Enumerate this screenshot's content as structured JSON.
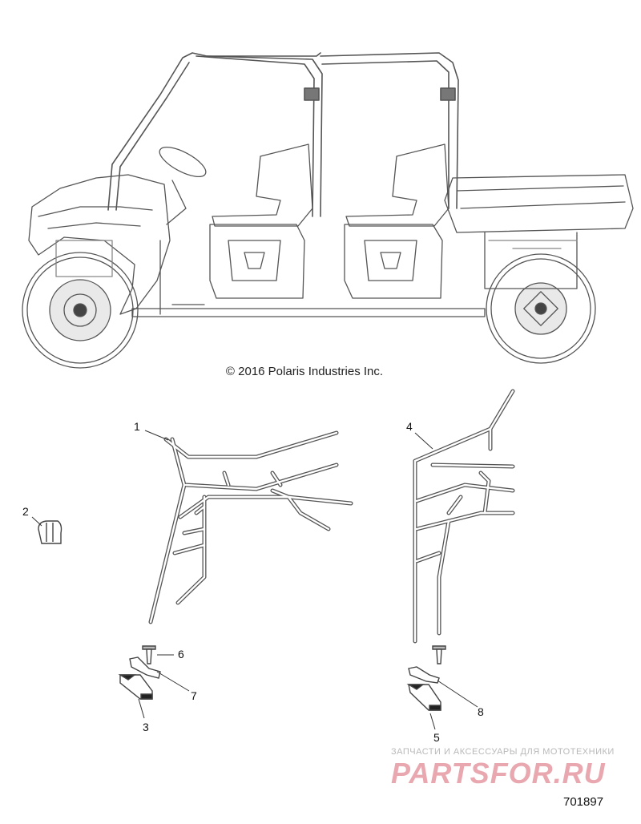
{
  "copyright": "© 2016 Polaris Industries Inc.",
  "callouts": [
    {
      "num": "1"
    },
    {
      "num": "2"
    },
    {
      "num": "3"
    },
    {
      "num": "4"
    },
    {
      "num": "5"
    },
    {
      "num": "6"
    },
    {
      "num": "7"
    },
    {
      "num": "8"
    }
  ],
  "watermark": {
    "subtitle": "ЗАПЧАСТИ И АКСЕССУАРЫ ДЛЯ МОТОТЕХНИКИ",
    "logo": "PARTSFOR.RU"
  },
  "drawing_id": "701897",
  "colors": {
    "line": "#4a4a4a",
    "watermark": "#e9a8b0"
  }
}
